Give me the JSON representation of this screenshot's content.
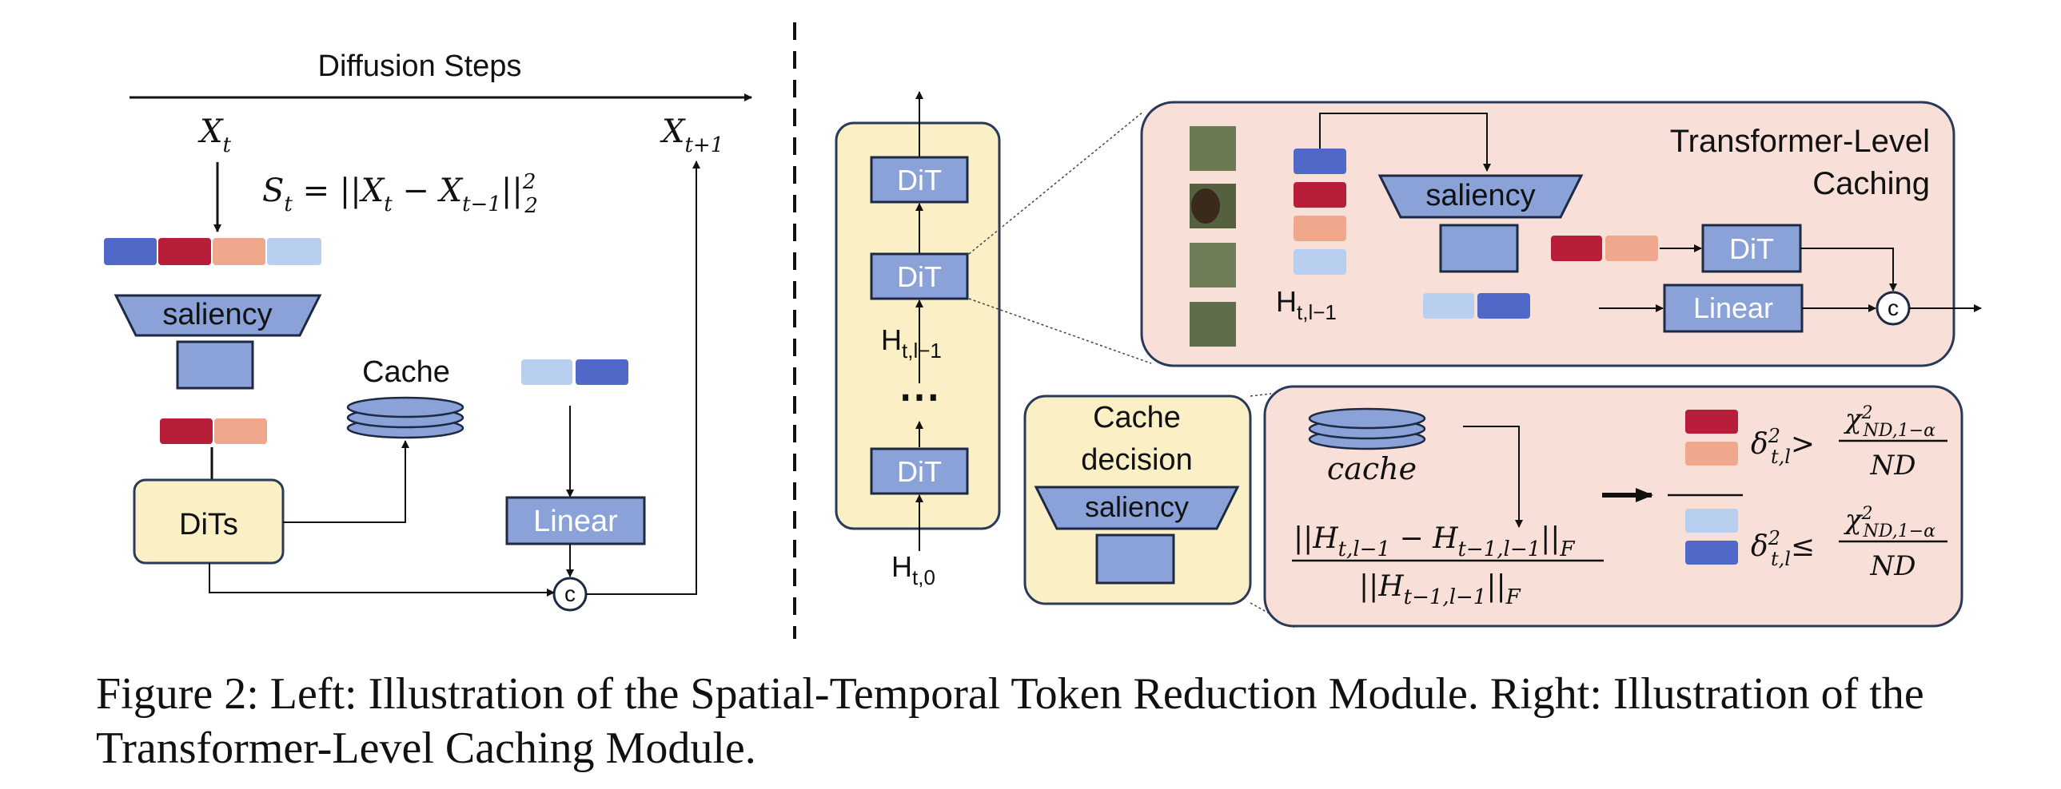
{
  "colors": {
    "token_dark_blue": "#5068c8",
    "token_red": "#b81e3a",
    "token_salmon": "#f0a88c",
    "token_light_blue": "#b8cff0",
    "block_blue": "#8aa2d8",
    "yellow_panel": "#fbefc6",
    "pink_panel": "#f8e0d8",
    "outline": "#2a3a5a"
  },
  "left": {
    "axis_label": "Diffusion Steps",
    "xt_base": "X",
    "xt_sub": "t",
    "xt1_base": "X",
    "xt1_sub": "t+1",
    "formula_parts": [
      "S",
      "t",
      " = ||X",
      "t",
      " − X",
      "t−1",
      "||",
      "2",
      "2"
    ],
    "saliency_label": "saliency",
    "cache_label": "Cache",
    "dits_label": "DiTs",
    "linear_label": "Linear",
    "concat_symbol": "c"
  },
  "right": {
    "stack_dit_labels": [
      "DiT",
      "DiT",
      "DiT"
    ],
    "h_mid_base": "H",
    "h_mid_sub": "t,l−1",
    "ellipsis": "⋯",
    "h_bottom_base": "H",
    "h_bottom_sub": "t,0",
    "tlc_title_line1": "Transformer-Level",
    "tlc_title_line2": "Caching",
    "tlc_h_base": "H",
    "tlc_h_sub": "t,l−1",
    "tlc_saliency_label": "saliency",
    "tlc_dit_label": "DiT",
    "tlc_linear_label": "Linear",
    "tlc_concat_symbol": "c",
    "decision_line1": "Cache",
    "decision_line2": "decision",
    "decision_saliency_label": "saliency",
    "cache_word": "cache",
    "frac_num": "||H",
    "frac_num_sub1": "t,l−1",
    "frac_num_mid": " − H",
    "frac_num_sub2": "t−1,l−1",
    "frac_num_end": "||",
    "frac_num_sub3": "F",
    "frac_den": "||H",
    "frac_den_sub1": "t−1,l−1",
    "frac_den_end": "||",
    "frac_den_sub2": "F",
    "cond_gt_lhs": "δ",
    "cond_gt_sup": "2",
    "cond_gt_sub": "t,l",
    "cond_gt_op": ">",
    "cond_le_op": "≤",
    "chi": "χ",
    "chi_sup": "2",
    "chi_sub": "ND,1−α",
    "nd": "ND"
  },
  "caption": {
    "text": "Figure 2: Left: Illustration of the Spatial-Temporal Token Reduction Module. Right: Illustration of the Transformer-Level Caching Module."
  }
}
